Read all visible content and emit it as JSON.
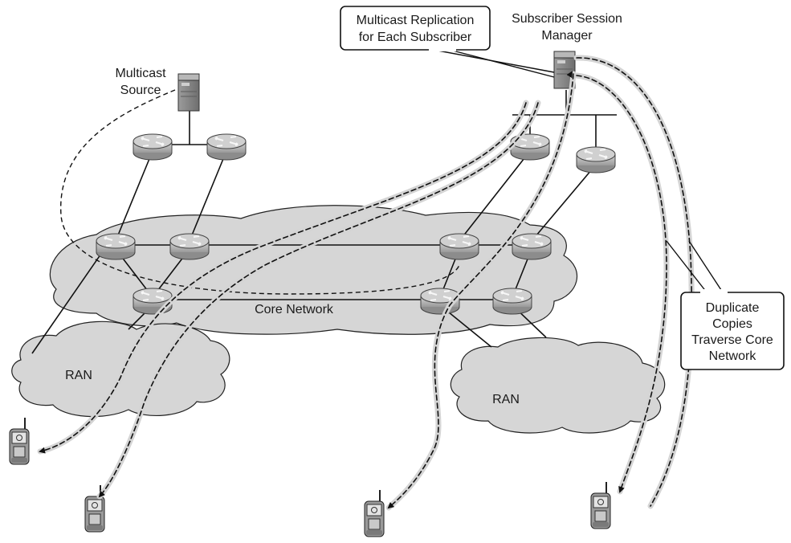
{
  "labels": {
    "multicast_source_line1": "Multicast",
    "multicast_source_line2": "Source",
    "session_manager_line1": "Subscriber Session",
    "session_manager_line2": "Manager",
    "replication_line1": "Multicast Replication",
    "replication_line2": "for Each Subscriber",
    "core_network": "Core Network",
    "ran_left": "RAN",
    "ran_right": "RAN",
    "duplicate_line1": "Duplicate",
    "duplicate_line2": "Copies",
    "duplicate_line3": "Traverse Core",
    "duplicate_line4": "Network"
  },
  "colors": {
    "cloud": "#d6d6d6",
    "router": "#bdbdbd",
    "server": "#8a8a8a",
    "flow_halo": "#d4d4d4"
  },
  "icons": {
    "router": "router-icon",
    "server": "server-icon",
    "phone": "mobile-phone-icon",
    "cloud": "cloud-icon"
  }
}
